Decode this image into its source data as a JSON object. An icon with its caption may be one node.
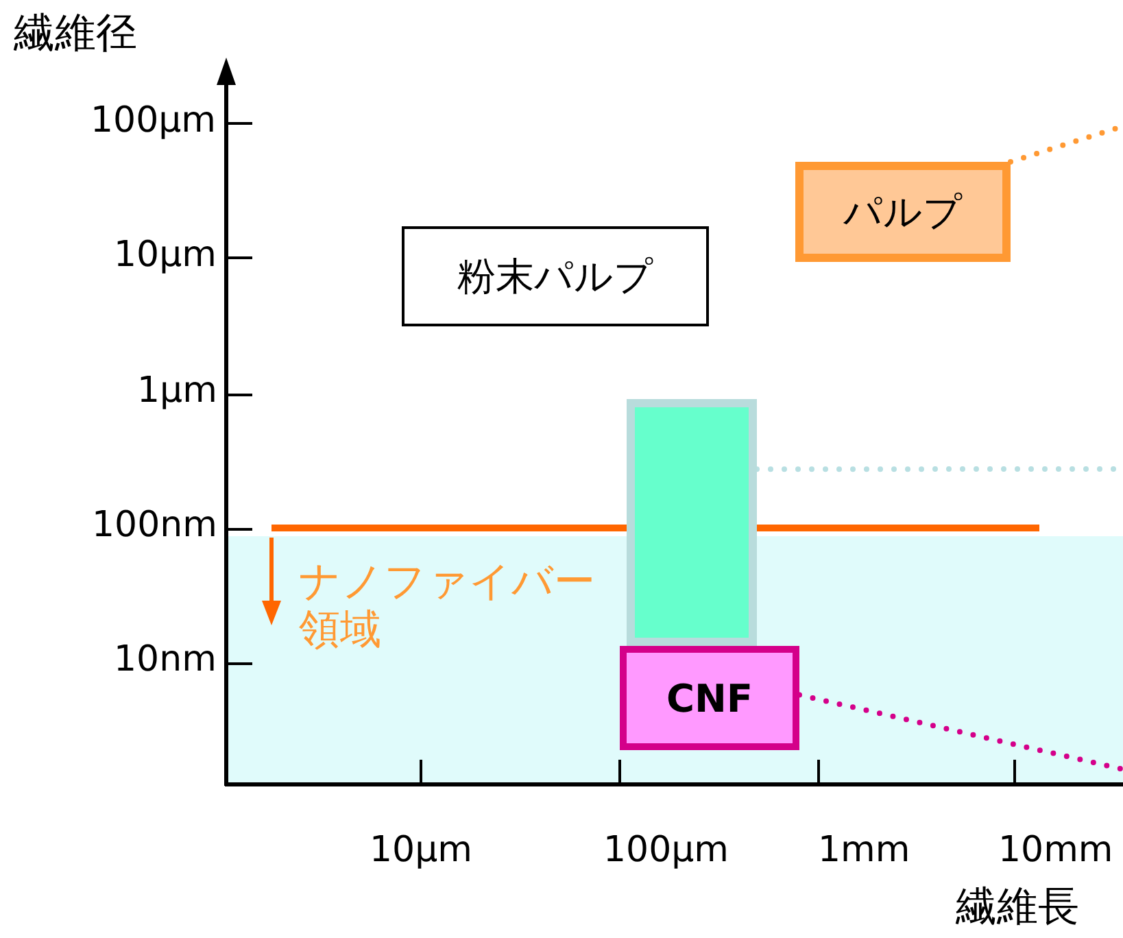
{
  "diagram": {
    "nodes": [
      {
        "text": [
          "粉末パルプ"
        ]
      },
      {
        "text": [
          "パルプ"
        ]
      },
      {
        "text": [],
        "shape": "box"
      },
      {
        "text": [
          "CNF"
        ]
      }
    ],
    "edges": [
      {
        "from": 1,
        "to": null,
        "arrow": "none",
        "style": "dashed",
        "color": "#ff9933"
      },
      {
        "from": 2,
        "to": null,
        "arrow": "none",
        "style": "dashed",
        "color": "#b8dfe2"
      },
      {
        "from": 3,
        "to": null,
        "arrow": "none",
        "style": "dashed",
        "color": "#d4008a"
      }
    ],
    "labels": [
      "繊維径",
      "100μm",
      "10μm",
      "1μm",
      "100nm",
      "ナノファイバー領域",
      "10nm",
      "10μm",
      "100μm",
      "1mm",
      "10mm",
      "繊維長"
    ]
  }
}
